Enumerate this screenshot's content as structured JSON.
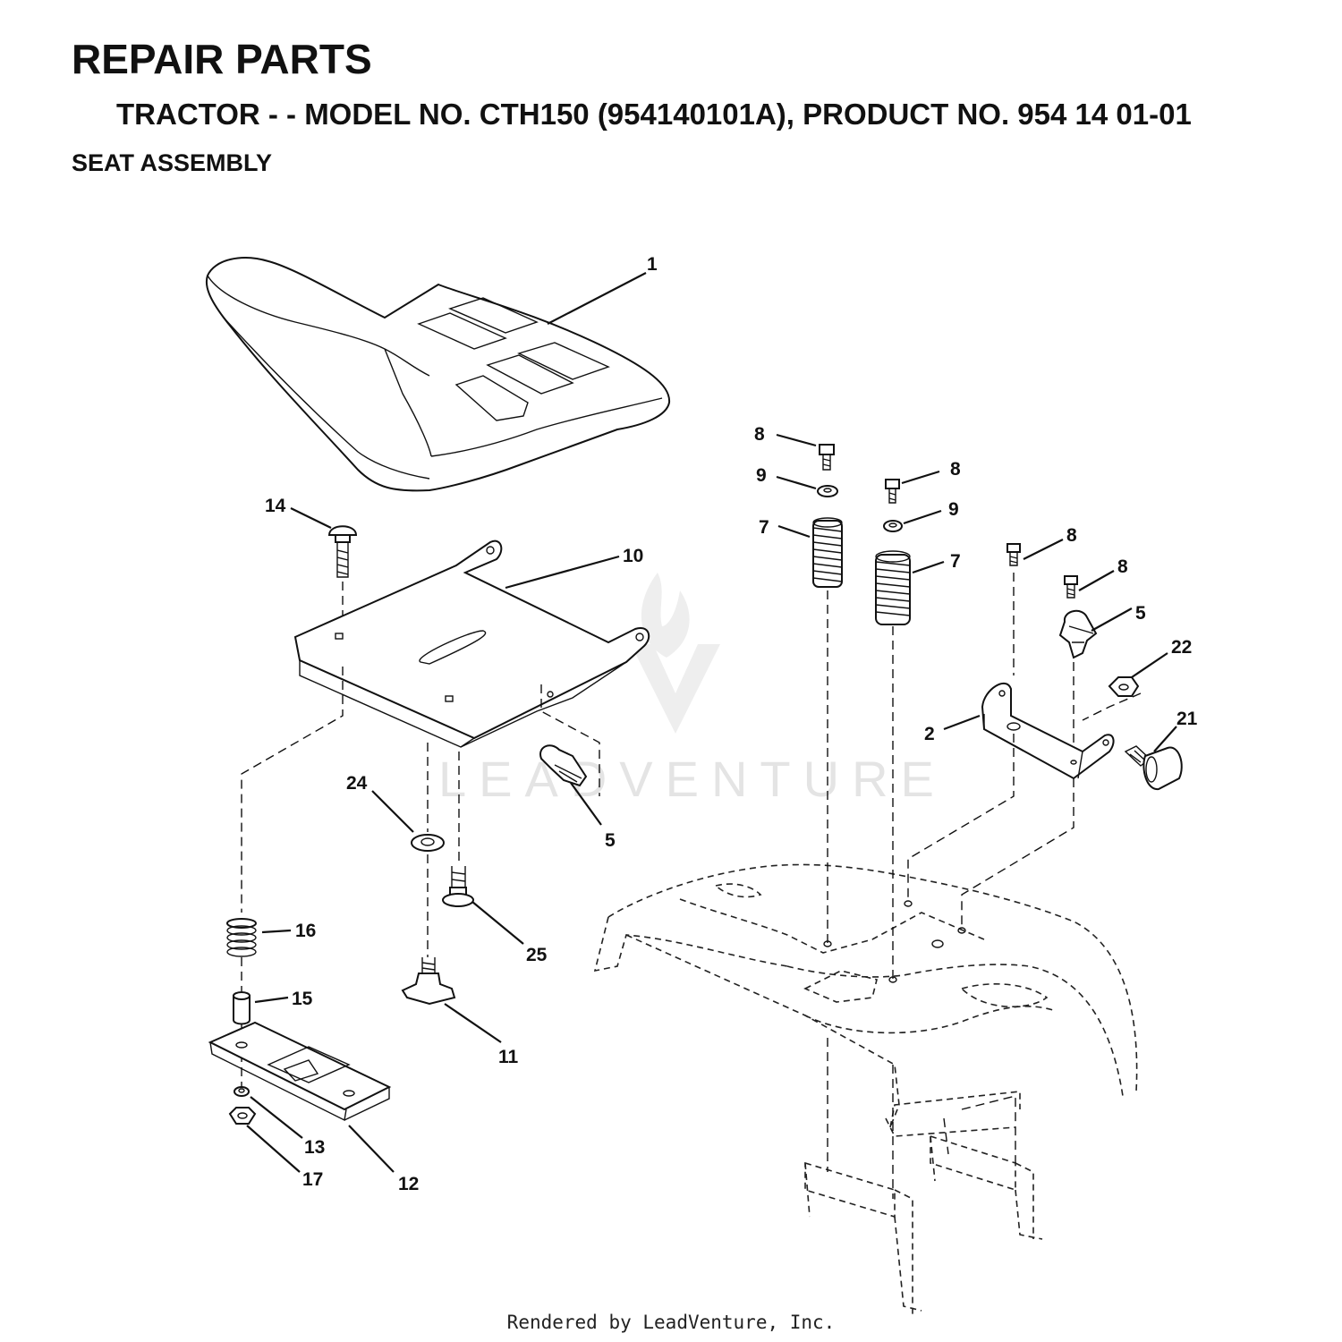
{
  "header": {
    "title": "REPAIR PARTS",
    "subtitle": "TRACTOR - - MODEL NO. CTH150 (954140101A), PRODUCT NO. 954 14 01-01",
    "section": "SEAT  ASSEMBLY"
  },
  "callouts": {
    "c1": "1",
    "c14": "14",
    "c10": "10",
    "c24": "24",
    "c5a": "5",
    "c25": "25",
    "c16": "16",
    "c15": "15",
    "c11": "11",
    "c13": "13",
    "c17": "17",
    "c12": "12",
    "c8a": "8",
    "c9a": "9",
    "c7a": "7",
    "c8b": "8",
    "c9b": "9",
    "c7b": "7",
    "c8c": "8",
    "c8d": "8",
    "c5b": "5",
    "c22": "22",
    "c2": "2",
    "c21": "21"
  },
  "watermark": "LEADVENTURE",
  "footer": "Rendered by LeadVenture, Inc."
}
